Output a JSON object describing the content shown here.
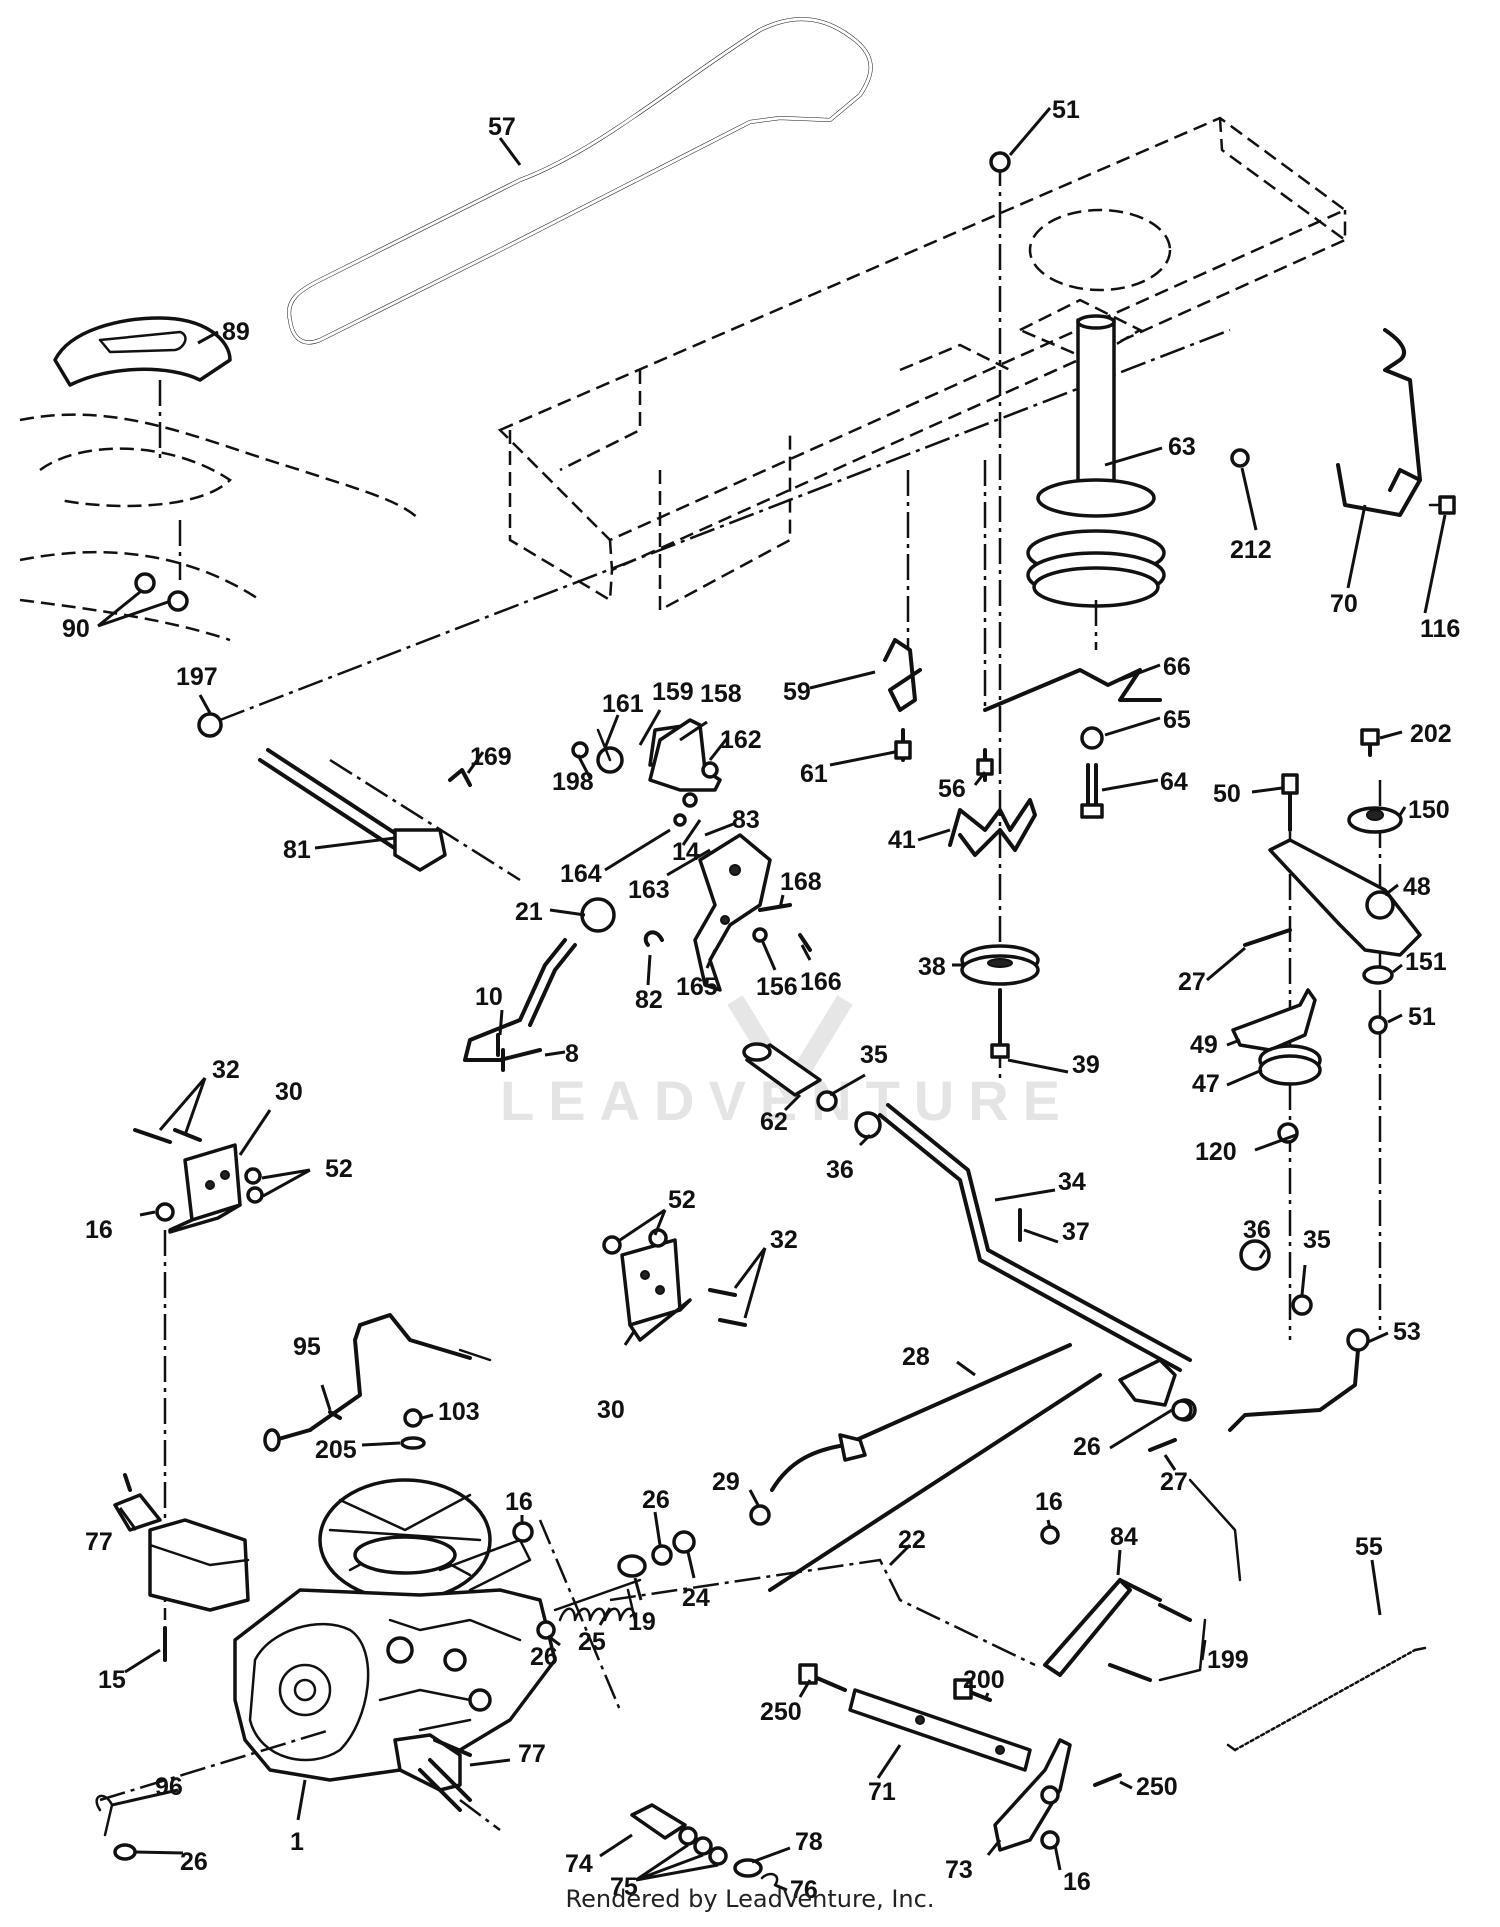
{
  "watermark": "LEADVENTURE",
  "footer": "Rendered by LeadVenture, Inc.",
  "callouts": [
    {
      "id": "c57",
      "text": "57"
    },
    {
      "id": "c51a",
      "text": "51"
    },
    {
      "id": "c89",
      "text": "89"
    },
    {
      "id": "c63",
      "text": "63"
    },
    {
      "id": "c212",
      "text": "212"
    },
    {
      "id": "c70",
      "text": "70"
    },
    {
      "id": "c116",
      "text": "116"
    },
    {
      "id": "c90",
      "text": "90"
    },
    {
      "id": "c197",
      "text": "197"
    },
    {
      "id": "c161",
      "text": "161"
    },
    {
      "id": "c159",
      "text": "159"
    },
    {
      "id": "c158",
      "text": "158"
    },
    {
      "id": "c59",
      "text": "59"
    },
    {
      "id": "c66",
      "text": "66"
    },
    {
      "id": "c169",
      "text": "169"
    },
    {
      "id": "c162",
      "text": "162"
    },
    {
      "id": "c198",
      "text": "198"
    },
    {
      "id": "c65",
      "text": "65"
    },
    {
      "id": "c202",
      "text": "202"
    },
    {
      "id": "c61",
      "text": "61"
    },
    {
      "id": "c56",
      "text": "56"
    },
    {
      "id": "c64",
      "text": "64"
    },
    {
      "id": "c50",
      "text": "50"
    },
    {
      "id": "c150",
      "text": "150"
    },
    {
      "id": "c81",
      "text": "81"
    },
    {
      "id": "c83",
      "text": "83"
    },
    {
      "id": "c14",
      "text": "14"
    },
    {
      "id": "c41",
      "text": "41"
    },
    {
      "id": "c164",
      "text": "164"
    },
    {
      "id": "c48",
      "text": "48"
    },
    {
      "id": "c163",
      "text": "163"
    },
    {
      "id": "c168",
      "text": "168"
    },
    {
      "id": "c21",
      "text": "21"
    },
    {
      "id": "c38",
      "text": "38"
    },
    {
      "id": "c151",
      "text": "151"
    },
    {
      "id": "c27a",
      "text": "27"
    },
    {
      "id": "c51b",
      "text": "51"
    },
    {
      "id": "c10",
      "text": "10"
    },
    {
      "id": "c82",
      "text": "82"
    },
    {
      "id": "c165",
      "text": "165"
    },
    {
      "id": "c156",
      "text": "156"
    },
    {
      "id": "c166",
      "text": "166"
    },
    {
      "id": "c49",
      "text": "49"
    },
    {
      "id": "c8",
      "text": "8"
    },
    {
      "id": "c35a",
      "text": "35"
    },
    {
      "id": "c39",
      "text": "39"
    },
    {
      "id": "c47",
      "text": "47"
    },
    {
      "id": "c32a",
      "text": "32"
    },
    {
      "id": "c30a",
      "text": "30"
    },
    {
      "id": "c62",
      "text": "62"
    },
    {
      "id": "c36a",
      "text": "36"
    },
    {
      "id": "c120",
      "text": "120"
    },
    {
      "id": "c52a",
      "text": "52"
    },
    {
      "id": "c16a",
      "text": "16"
    },
    {
      "id": "c34",
      "text": "34"
    },
    {
      "id": "c52b",
      "text": "52"
    },
    {
      "id": "c32b",
      "text": "32"
    },
    {
      "id": "c37",
      "text": "37"
    },
    {
      "id": "c36b",
      "text": "36"
    },
    {
      "id": "c35b",
      "text": "35"
    },
    {
      "id": "c53",
      "text": "53"
    },
    {
      "id": "c95",
      "text": "95"
    },
    {
      "id": "c28",
      "text": "28"
    },
    {
      "id": "c30b",
      "text": "30"
    },
    {
      "id": "c103",
      "text": "103"
    },
    {
      "id": "c205",
      "text": "205"
    },
    {
      "id": "c26a",
      "text": "26"
    },
    {
      "id": "c29",
      "text": "29"
    },
    {
      "id": "c16b",
      "text": "16"
    },
    {
      "id": "c26b",
      "text": "26"
    },
    {
      "id": "c77a",
      "text": "77"
    },
    {
      "id": "c27b",
      "text": "27"
    },
    {
      "id": "c22",
      "text": "22"
    },
    {
      "id": "c24",
      "text": "24"
    },
    {
      "id": "c16c",
      "text": "16"
    },
    {
      "id": "c84",
      "text": "84"
    },
    {
      "id": "c19",
      "text": "19"
    },
    {
      "id": "c25",
      "text": "25"
    },
    {
      "id": "c26c",
      "text": "26"
    },
    {
      "id": "c15",
      "text": "15"
    },
    {
      "id": "c55",
      "text": "55"
    },
    {
      "id": "c199",
      "text": "199"
    },
    {
      "id": "c200",
      "text": "200"
    },
    {
      "id": "c250a",
      "text": "250"
    },
    {
      "id": "c77b",
      "text": "77"
    },
    {
      "id": "c71",
      "text": "71"
    },
    {
      "id": "c250b",
      "text": "250"
    },
    {
      "id": "c96",
      "text": "96"
    },
    {
      "id": "c1",
      "text": "1"
    },
    {
      "id": "c78",
      "text": "78"
    },
    {
      "id": "c26d",
      "text": "26"
    },
    {
      "id": "c74",
      "text": "74"
    },
    {
      "id": "c75",
      "text": "75"
    },
    {
      "id": "c76",
      "text": "76"
    },
    {
      "id": "c73",
      "text": "73"
    },
    {
      "id": "c16d",
      "text": "16"
    }
  ]
}
